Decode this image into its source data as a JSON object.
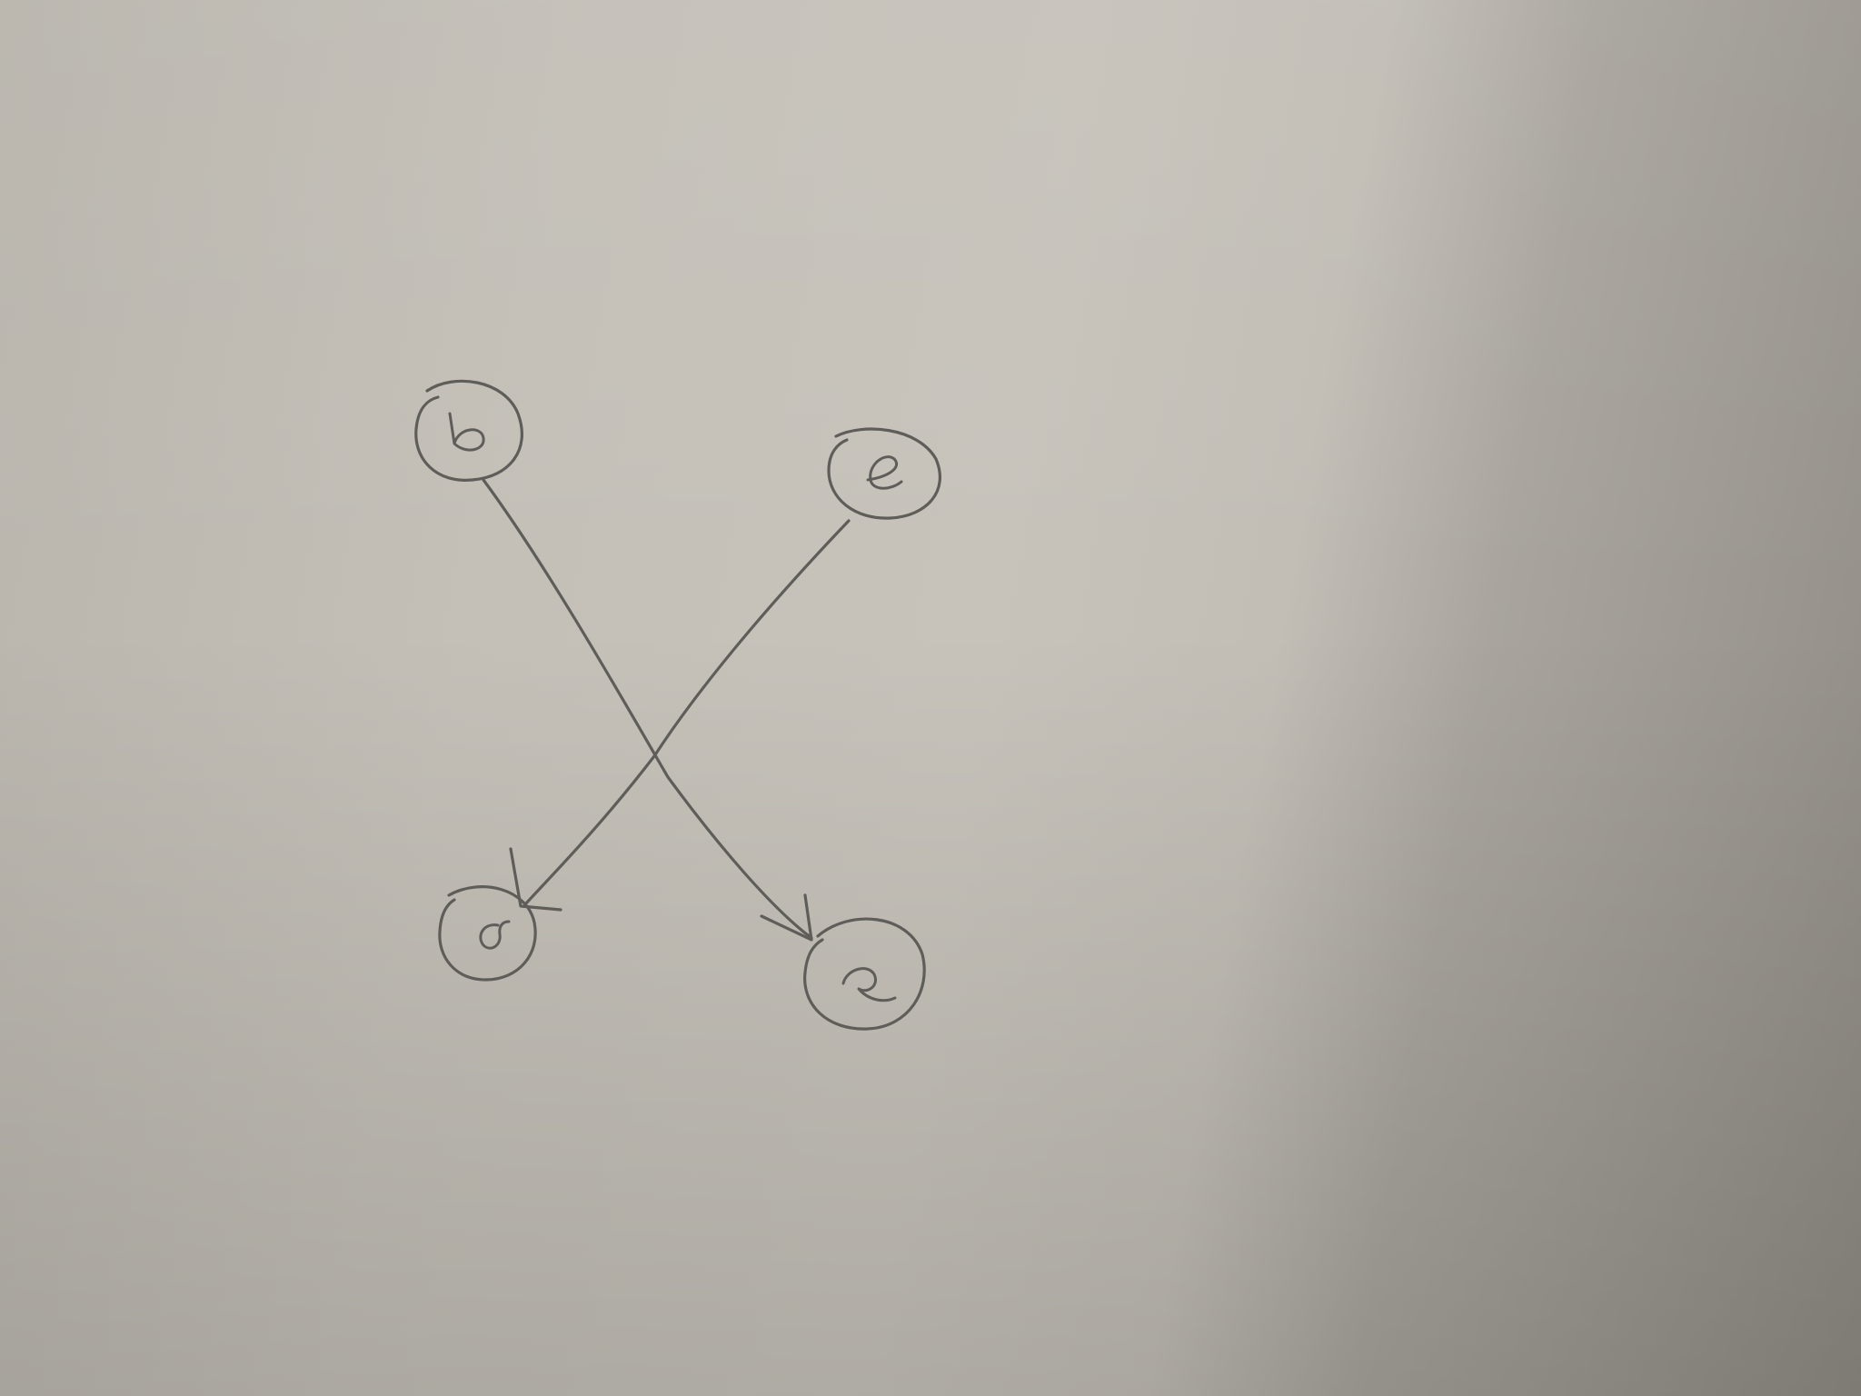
{
  "diagram": {
    "type": "directed-graph",
    "nodes": [
      {
        "id": "top-left"
      },
      {
        "id": "top-right"
      },
      {
        "id": "bottom-left"
      },
      {
        "id": "bottom-right"
      }
    ],
    "edges": [
      {
        "from": "top-left",
        "to": "bottom-right"
      },
      {
        "from": "top-right",
        "to": "bottom-left"
      }
    ],
    "colors": {
      "paper": "#c4c0b8",
      "shadow": "#8f8b84",
      "pencil": "#5f5d59"
    }
  }
}
